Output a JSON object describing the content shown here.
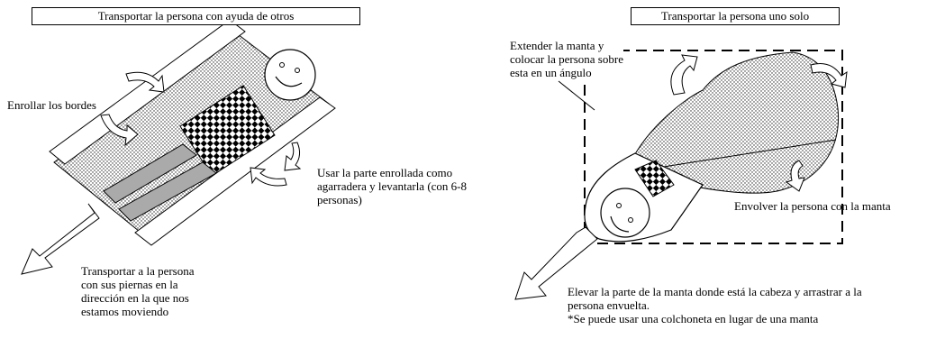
{
  "left_panel": {
    "title": "Transportar la persona con ayuda de otros",
    "label_roll": "Enrollar los bordes",
    "label_lift": "Usar la parte enrollada como\nagarradera y levantarla (con 6-8\npersonas)",
    "label_move": "Transportar a la persona\ncon sus piernas en la\ndirección en la que nos\nestamos moviendo"
  },
  "right_panel": {
    "title": "Transportar la persona  uno solo",
    "label_extend": "Extender la manta y\ncolocar la persona sobre\nesta en un ángulo",
    "label_wrap": "Envolver la persona con la manta",
    "label_drag": "Elevar la parte de la manta donde está la cabeza y arrastrar a la\npersona envuelta.\n*Se puede usar una colchoneta en lugar de una manta"
  }
}
